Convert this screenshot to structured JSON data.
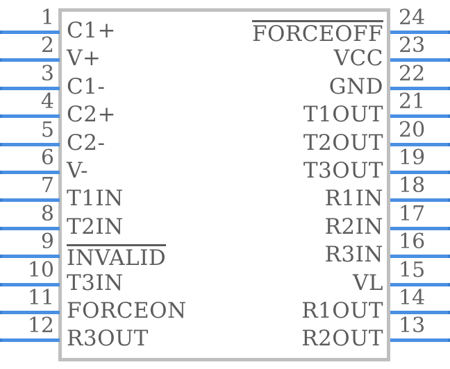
{
  "symbol": {
    "body": {
      "border_color": "#bfbfbf",
      "fill_color": "#ffffff"
    },
    "wire_color": "#4a90e2",
    "text_color": "#5c5c5c",
    "pin_number_color": "#636363"
  },
  "pins": {
    "left": [
      {
        "number": "1",
        "name": "C1+",
        "active_low": false
      },
      {
        "number": "2",
        "name": "V+",
        "active_low": false
      },
      {
        "number": "3",
        "name": "C1-",
        "active_low": false
      },
      {
        "number": "4",
        "name": "C2+",
        "active_low": false
      },
      {
        "number": "5",
        "name": "C2-",
        "active_low": false
      },
      {
        "number": "6",
        "name": "V-",
        "active_low": false
      },
      {
        "number": "7",
        "name": "T1IN",
        "active_low": false
      },
      {
        "number": "8",
        "name": "T2IN",
        "active_low": false
      },
      {
        "number": "9",
        "name": "INVALID",
        "active_low": true
      },
      {
        "number": "10",
        "name": "T3IN",
        "active_low": false
      },
      {
        "number": "11",
        "name": "FORCEON",
        "active_low": false
      },
      {
        "number": "12",
        "name": "R3OUT",
        "active_low": false
      }
    ],
    "right": [
      {
        "number": "24",
        "name": "FORCEOFF",
        "active_low": true
      },
      {
        "number": "23",
        "name": "VCC",
        "active_low": false
      },
      {
        "number": "22",
        "name": "GND",
        "active_low": false
      },
      {
        "number": "21",
        "name": "T1OUT",
        "active_low": false
      },
      {
        "number": "20",
        "name": "T2OUT",
        "active_low": false
      },
      {
        "number": "19",
        "name": "T3OUT",
        "active_low": false
      },
      {
        "number": "18",
        "name": "R1IN",
        "active_low": false
      },
      {
        "number": "17",
        "name": "R2IN",
        "active_low": false
      },
      {
        "number": "16",
        "name": "R3IN",
        "active_low": false
      },
      {
        "number": "15",
        "name": "VL",
        "active_low": false
      },
      {
        "number": "14",
        "name": "R1OUT",
        "active_low": false
      },
      {
        "number": "13",
        "name": "R2OUT",
        "active_low": false
      }
    ]
  }
}
